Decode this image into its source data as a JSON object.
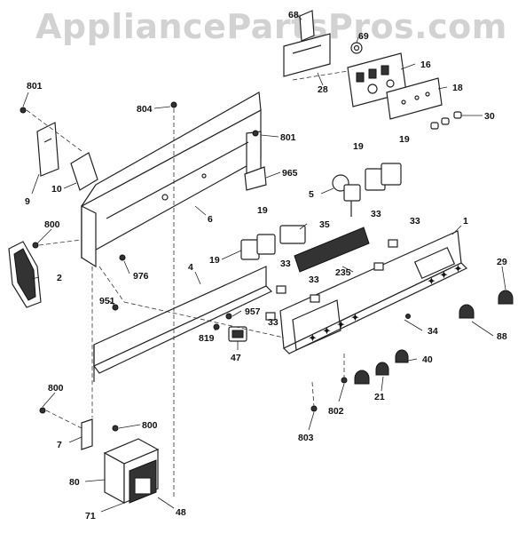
{
  "watermark": "AppliancePartsPros.com",
  "callouts": [
    {
      "id": "68",
      "text": "68"
    },
    {
      "id": "69",
      "text": "69"
    },
    {
      "id": "16",
      "text": "16"
    },
    {
      "id": "18",
      "text": "18"
    },
    {
      "id": "28",
      "text": "28"
    },
    {
      "id": "30",
      "text": "30"
    },
    {
      "id": "801a",
      "text": "801"
    },
    {
      "id": "804",
      "text": "804"
    },
    {
      "id": "801b",
      "text": "801"
    },
    {
      "id": "965",
      "text": "965"
    },
    {
      "id": "19a",
      "text": "19"
    },
    {
      "id": "19b",
      "text": "19"
    },
    {
      "id": "5",
      "text": "5"
    },
    {
      "id": "9",
      "text": "9"
    },
    {
      "id": "10",
      "text": "10"
    },
    {
      "id": "6",
      "text": "6"
    },
    {
      "id": "800a",
      "text": "800"
    },
    {
      "id": "19c",
      "text": "19"
    },
    {
      "id": "35",
      "text": "35"
    },
    {
      "id": "33a",
      "text": "33"
    },
    {
      "id": "33b",
      "text": "33"
    },
    {
      "id": "1",
      "text": "1"
    },
    {
      "id": "2",
      "text": "2"
    },
    {
      "id": "976",
      "text": "976"
    },
    {
      "id": "4",
      "text": "4"
    },
    {
      "id": "19d",
      "text": "19"
    },
    {
      "id": "33c",
      "text": "33"
    },
    {
      "id": "235",
      "text": "235"
    },
    {
      "id": "29",
      "text": "29"
    },
    {
      "id": "33d",
      "text": "33"
    },
    {
      "id": "951",
      "text": "951"
    },
    {
      "id": "957",
      "text": "957"
    },
    {
      "id": "33e",
      "text": "33"
    },
    {
      "id": "34",
      "text": "34"
    },
    {
      "id": "88",
      "text": "88"
    },
    {
      "id": "819",
      "text": "819"
    },
    {
      "id": "47",
      "text": "47"
    },
    {
      "id": "40",
      "text": "40"
    },
    {
      "id": "21",
      "text": "21"
    },
    {
      "id": "800b",
      "text": "800"
    },
    {
      "id": "802",
      "text": "802"
    },
    {
      "id": "800c",
      "text": "800"
    },
    {
      "id": "7",
      "text": "7"
    },
    {
      "id": "803",
      "text": "803"
    },
    {
      "id": "80",
      "text": "80"
    },
    {
      "id": "71",
      "text": "71"
    },
    {
      "id": "48",
      "text": "48"
    }
  ]
}
